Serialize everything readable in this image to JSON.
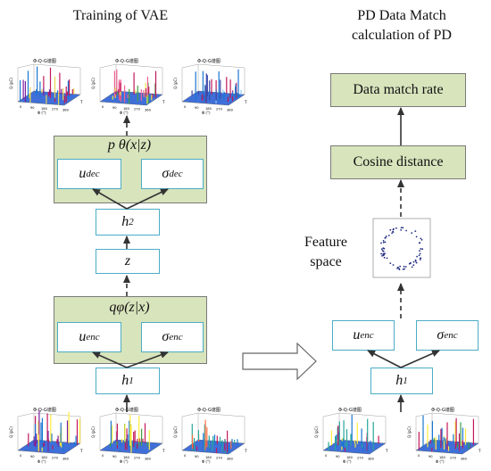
{
  "left_panel": {
    "title": "Training of VAE",
    "decoder": {
      "label": "p θ(x|z)",
      "mu": "u",
      "mu_sub": "dec",
      "sigma": "σ",
      "sigma_sub": "dec"
    },
    "h2": {
      "main": "h",
      "sub": "2"
    },
    "z": "z",
    "encoder": {
      "label": "qφ(z|x)",
      "mu": "u",
      "mu_sub": "enc",
      "sigma": "σ",
      "sigma_sub": "enc"
    },
    "h1": {
      "main": "h",
      "sub": "1"
    },
    "plot_title": "Φ-Q-G谱图",
    "plot_axis_y": "Q (pC)",
    "plot_axis_x": "Φ (°)",
    "plot_axis_t": "T",
    "top_ticks_x": [
      "0",
      "90",
      "180",
      "270",
      "360"
    ],
    "bottom_ticks_x": [
      "0",
      "90",
      "180",
      "270",
      "360"
    ]
  },
  "right_panel": {
    "title_line1": "PD Data Match",
    "title_line2": "calculation of PD",
    "match_rate": "Data match rate",
    "cosine": "Cosine distance",
    "feature_line1": "Feature",
    "feature_line2": "space",
    "mu": "u",
    "mu_sub": "enc",
    "sigma": "σ",
    "sigma_sub": "enc",
    "h1": {
      "main": "h",
      "sub": "1"
    }
  },
  "colors": {
    "green_box": "#d8e4bc",
    "blue_border": "#4bacc6",
    "arrow": "#333333",
    "scatter": "#1f2a80"
  }
}
